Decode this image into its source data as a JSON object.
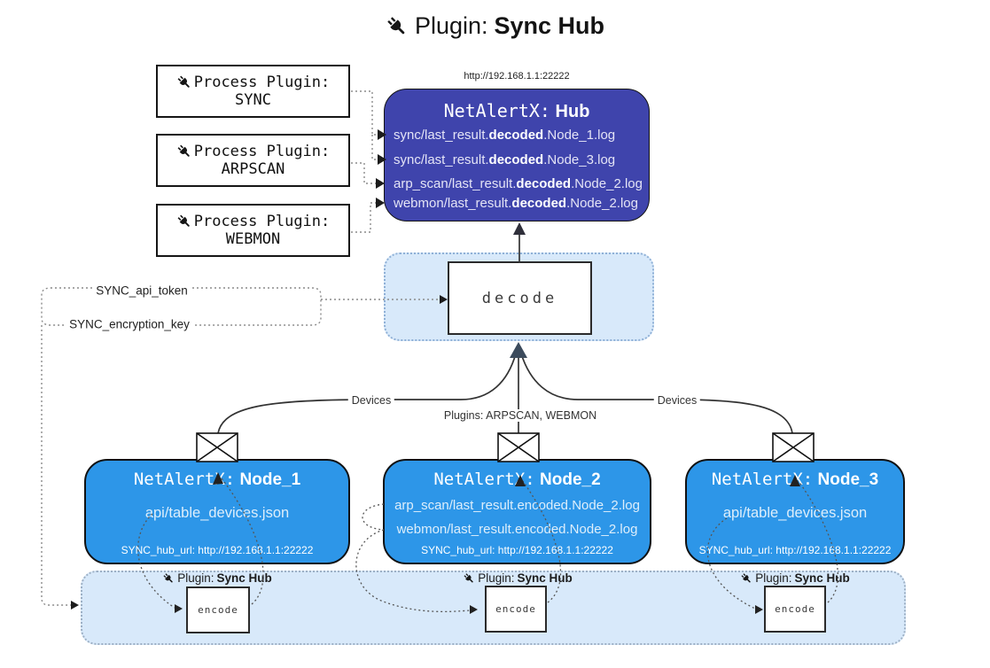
{
  "title": {
    "prefix": "Plugin:",
    "name": "Sync Hub"
  },
  "icons": {
    "plug": "plug-icon",
    "envelope": "envelope-icon"
  },
  "process_plugins": {
    "label": "Process Plugin:",
    "items": [
      "SYNC",
      "ARPSCAN",
      "WEBMON"
    ]
  },
  "hub": {
    "url": "http://192.168.1.1:22222",
    "title_prefix": "NetAlertX:",
    "title_name": "Hub",
    "files": [
      {
        "pre": "sync/last_result.",
        "bold": "decoded",
        "post": ".Node_1.log"
      },
      {
        "pre": "sync/last_result.",
        "bold": "decoded",
        "post": ".Node_3.log"
      },
      {
        "pre": "arp_scan/last_result.",
        "bold": "decoded",
        "post": ".Node_2.log"
      },
      {
        "pre": "webmon/last_result.",
        "bold": "decoded",
        "post": ".Node_2.log"
      }
    ]
  },
  "decode": {
    "label": "decode"
  },
  "encode": {
    "label": "encode"
  },
  "sync_plugin_label": {
    "prefix": "Plugin:",
    "name": "Sync Hub"
  },
  "settings": {
    "api_token": "SYNC_api_token",
    "encryption_key": "SYNC_encryption_key"
  },
  "edges": {
    "left": "Devices",
    "middle": "Plugins: ARPSCAN, WEBMON",
    "right": "Devices"
  },
  "nodes": [
    {
      "title_prefix": "NetAlertX:",
      "title_name": "Node_1",
      "files": [
        "api/table_devices.json"
      ],
      "hub_url": "SYNC_hub_url: http://192.168.1.1:22222"
    },
    {
      "title_prefix": "NetAlertX:",
      "title_name": "Node_2",
      "files": [
        "arp_scan/last_result.encoded.Node_2.log",
        "webmon/last_result.encoded.Node_2.log"
      ],
      "hub_url": "SYNC_hub_url: http://192.168.1.1:22222"
    },
    {
      "title_prefix": "NetAlertX:",
      "title_name": "Node_3",
      "files": [
        "api/table_devices.json"
      ],
      "hub_url": "SYNC_hub_url: http://192.168.1.1:22222"
    }
  ],
  "colors": {
    "hub_fill": "#3f44ac",
    "node_fill": "#2d96e8",
    "band_fill": "#d8e9fa",
    "line": "#333333"
  }
}
